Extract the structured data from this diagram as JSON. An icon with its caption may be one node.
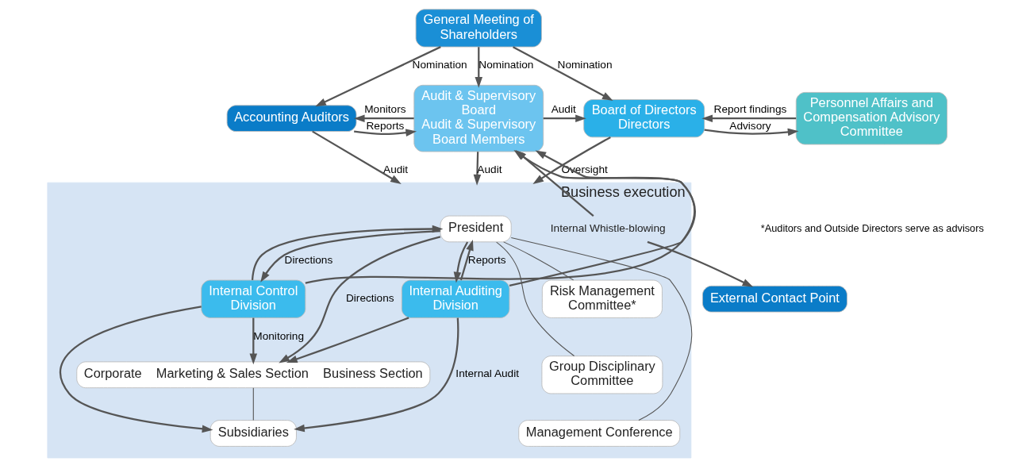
{
  "diagram": {
    "nodes": [
      {
        "text": [
          "General Meeting of Shareholders"
        ]
      },
      {
        "text": [
          "Accounting Auditors"
        ]
      },
      {
        "text": [
          "Audit & Supervisory Board",
          "Audit & Supervisory Board Members"
        ]
      },
      {
        "text": [
          "Board of Directors",
          "Directors"
        ]
      },
      {
        "text": [
          "Personnel Affairs and Compensation Advisory Committee"
        ]
      },
      {
        "text": [
          "External Contact Point"
        ]
      },
      {
        "text": [
          "Business execution"
        ]
      },
      {
        "text": [
          "President"
        ],
        "in": 6
      },
      {
        "text": [
          "Risk Management Committee*"
        ],
        "in": 6
      },
      {
        "text": [
          "Group Disciplinary Committee"
        ],
        "in": 6
      },
      {
        "text": [
          "Management Conference"
        ],
        "in": 6
      },
      {
        "text": [
          "Internal Auditing Division"
        ],
        "in": 6
      },
      {
        "text": [
          "Internal Control Division"
        ],
        "in": 6
      },
      {
        "text": [
          "Corporate",
          "Marketing & Sales Section",
          "Business Section"
        ],
        "in": 6
      },
      {
        "text": [
          "Subsidiaries"
        ],
        "in": 6
      },
      {
        "text": [
          "Internal Whistle-blowing"
        ],
        "in": 6
      }
    ],
    "edges": [
      {
        "from": 0,
        "to": 1,
        "arrow": "to",
        "label": "Nomination"
      },
      {
        "from": 0,
        "to": 2,
        "arrow": "to",
        "label": "Nomination"
      },
      {
        "from": 0,
        "to": 3,
        "arrow": "to",
        "label": "Nomination"
      },
      {
        "from": 1,
        "to": 2,
        "arrow": "to",
        "label": "Reports"
      },
      {
        "from": 2,
        "to": 1,
        "arrow": "to",
        "label": "Monitors"
      },
      {
        "from": 2,
        "to": 3,
        "arrow": "to",
        "label": "Audit"
      },
      {
        "from": 3,
        "to": 4,
        "arrow": "to",
        "label": "Advisory"
      },
      {
        "from": 4,
        "to": 3,
        "arrow": "to",
        "label": "Report findings"
      },
      {
        "from": 1,
        "to": 6,
        "arrow": "to",
        "label": "Audit"
      },
      {
        "from": 2,
        "to": 6,
        "arrow": "to",
        "label": "Audit"
      },
      {
        "from": 3,
        "to": 6,
        "arrow": "to",
        "label": "Oversight"
      },
      {
        "from": 15,
        "to": 2,
        "arrow": "to"
      },
      {
        "from": 15,
        "to": 5,
        "arrow": "to"
      },
      {
        "from": 11,
        "to": 2,
        "arrow": "to"
      },
      {
        "from": 12,
        "to": 2,
        "arrow": "to"
      },
      {
        "from": 11,
        "to": 7,
        "arrow": "to",
        "label": "Reports"
      },
      {
        "from": 12,
        "to": 7,
        "arrow": "to"
      },
      {
        "from": 7,
        "to": 11,
        "arrow": "to"
      },
      {
        "from": 7,
        "to": 12,
        "arrow": "to",
        "label": "Directions"
      },
      {
        "from": 7,
        "to": 13,
        "arrow": "to",
        "label": "Directions"
      },
      {
        "from": 7,
        "to": 8,
        "arrow": "none"
      },
      {
        "from": 7,
        "to": 9,
        "arrow": "none"
      },
      {
        "from": 7,
        "to": 10,
        "arrow": "none"
      },
      {
        "from": 12,
        "to": 13,
        "arrow": "to",
        "label": "Monitoring"
      },
      {
        "from": 12,
        "to": 14,
        "arrow": "to"
      },
      {
        "from": 11,
        "to": 13,
        "arrow": "to"
      },
      {
        "from": 11,
        "to": 14,
        "arrow": "to",
        "label": "Internal Audit"
      },
      {
        "from": 13,
        "to": 14,
        "arrow": "none"
      }
    ],
    "labels": [
      "*Auditors and Outside Directors serve as advisors"
    ]
  }
}
